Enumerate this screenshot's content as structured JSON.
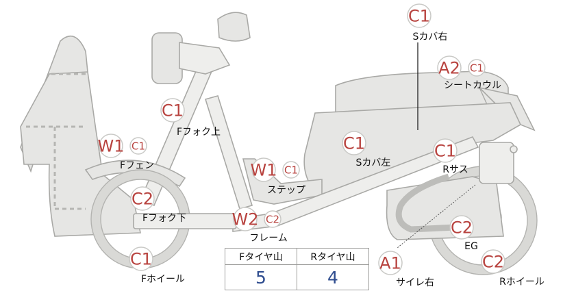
{
  "diagram": {
    "parts": [
      {
        "id": "s-cover-right",
        "grades": [
          "C1"
        ],
        "label": "Sカバ右"
      },
      {
        "id": "seat-cowl",
        "grades": [
          "A2",
          "C1"
        ],
        "label": "シートカウル"
      },
      {
        "id": "f-fork-upper",
        "grades": [
          "C1"
        ],
        "label": "Fフォク上"
      },
      {
        "id": "f-fender",
        "grades": [
          "W1",
          "C1"
        ],
        "label": "Fフェン"
      },
      {
        "id": "s-cover-left",
        "grades": [
          "C1"
        ],
        "label": "Sカバ左"
      },
      {
        "id": "r-suspension",
        "grades": [
          "C1"
        ],
        "label": "Rサス"
      },
      {
        "id": "step",
        "grades": [
          "W1",
          "C1"
        ],
        "label": "ステップ"
      },
      {
        "id": "f-fork-lower",
        "grades": [
          "C2"
        ],
        "label": "Fフォク下"
      },
      {
        "id": "frame",
        "grades": [
          "W2",
          "C2"
        ],
        "label": "フレーム"
      },
      {
        "id": "engine",
        "grades": [
          "C2"
        ],
        "label": "EG"
      },
      {
        "id": "f-wheel",
        "grades": [
          "C1"
        ],
        "label": "Fホイール"
      },
      {
        "id": "muffler-right",
        "grades": [
          "A1"
        ],
        "label": "サイレ右"
      },
      {
        "id": "r-wheel",
        "grades": [
          "C2"
        ],
        "label": "Rホイール"
      }
    ]
  },
  "tread_table": {
    "headers": [
      "Fタイヤ山",
      "Rタイヤ山"
    ],
    "values": [
      "5",
      "4"
    ]
  },
  "colors": {
    "grade_text": "#b8433f",
    "table_value": "#2f4d8f",
    "body_fill": "#e6e6e4"
  }
}
